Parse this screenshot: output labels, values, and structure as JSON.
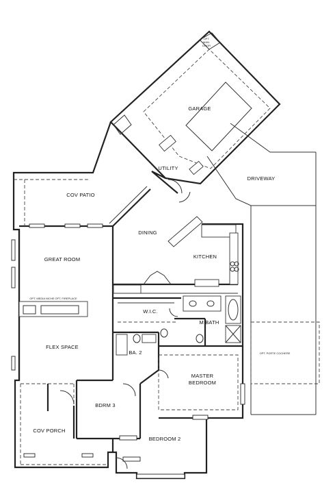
{
  "rooms": {
    "garage": "GARAGE",
    "driveway": "DRIVEWAY",
    "utility": "UTILITY",
    "cov_patio": "COV PATIO",
    "dining": "DINING",
    "kitchen": "KITCHEN",
    "great_room": "GREAT ROOM",
    "wic": "W.I.C.",
    "m_bath": "M BATH",
    "flex_space": "FLEX SPACE",
    "ba2": "BA. 2",
    "master_bedroom_line1": "MASTER",
    "master_bedroom_line2": "BEDROOM",
    "bdrm3": "BDRM 3",
    "cov_porch": "COV PORCH",
    "bedroom2": "BEDROOM 2"
  },
  "notes": {
    "fireplace": "OPT. MEDIA NICHE  OPT. FIREPLACE",
    "porte_cochere": "OPT. PORTE COCHERE",
    "garage_door_line1": "OPT.",
    "garage_door_line2": "MAN.",
    "garage_door_line3": "DOOR"
  }
}
